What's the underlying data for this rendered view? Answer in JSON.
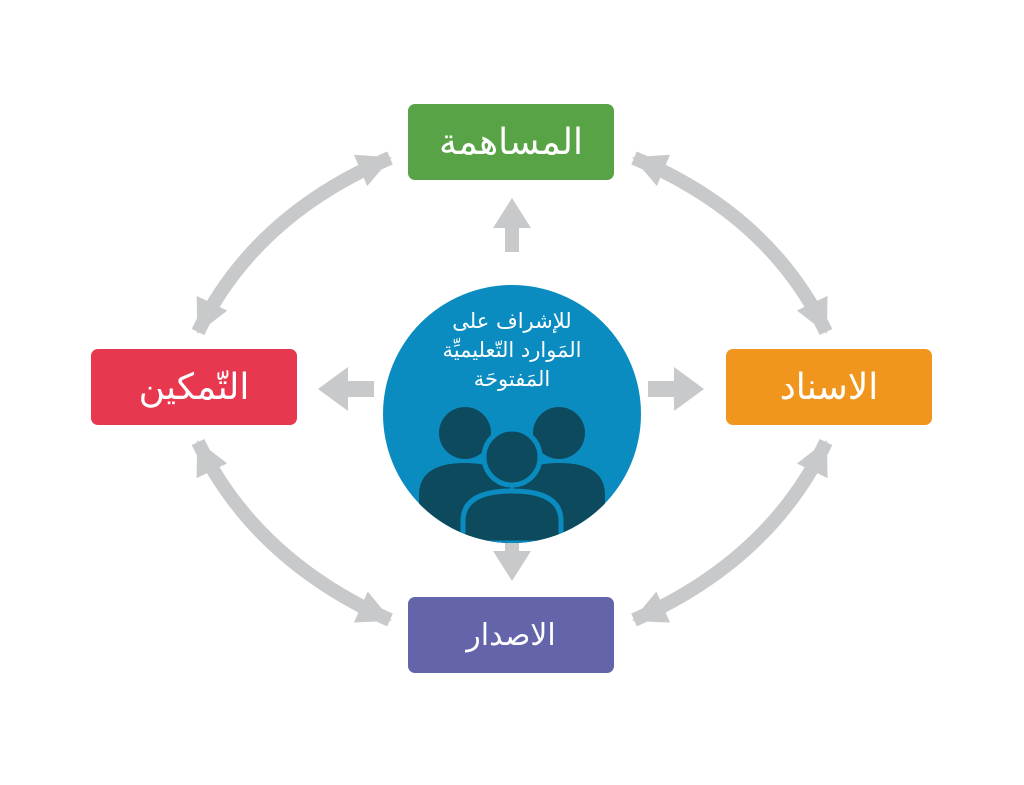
{
  "diagram": {
    "center": {
      "lines": [
        "للإشراف على",
        "المَوارد التّعليميِّة",
        "المَفتوحَة"
      ],
      "icon": "people-group-icon"
    },
    "nodes": {
      "top": "المساهمة",
      "right": "الاسناد",
      "bottom": "الاصدار",
      "left": "التّمكين"
    }
  },
  "colors": {
    "top": "#57A345",
    "right": "#F0961E",
    "bottom": "#6464AA",
    "left": "#E8384F",
    "center": "#0A8CC0",
    "people": "#0E4A5E",
    "arrows": "#C8C9CA"
  }
}
